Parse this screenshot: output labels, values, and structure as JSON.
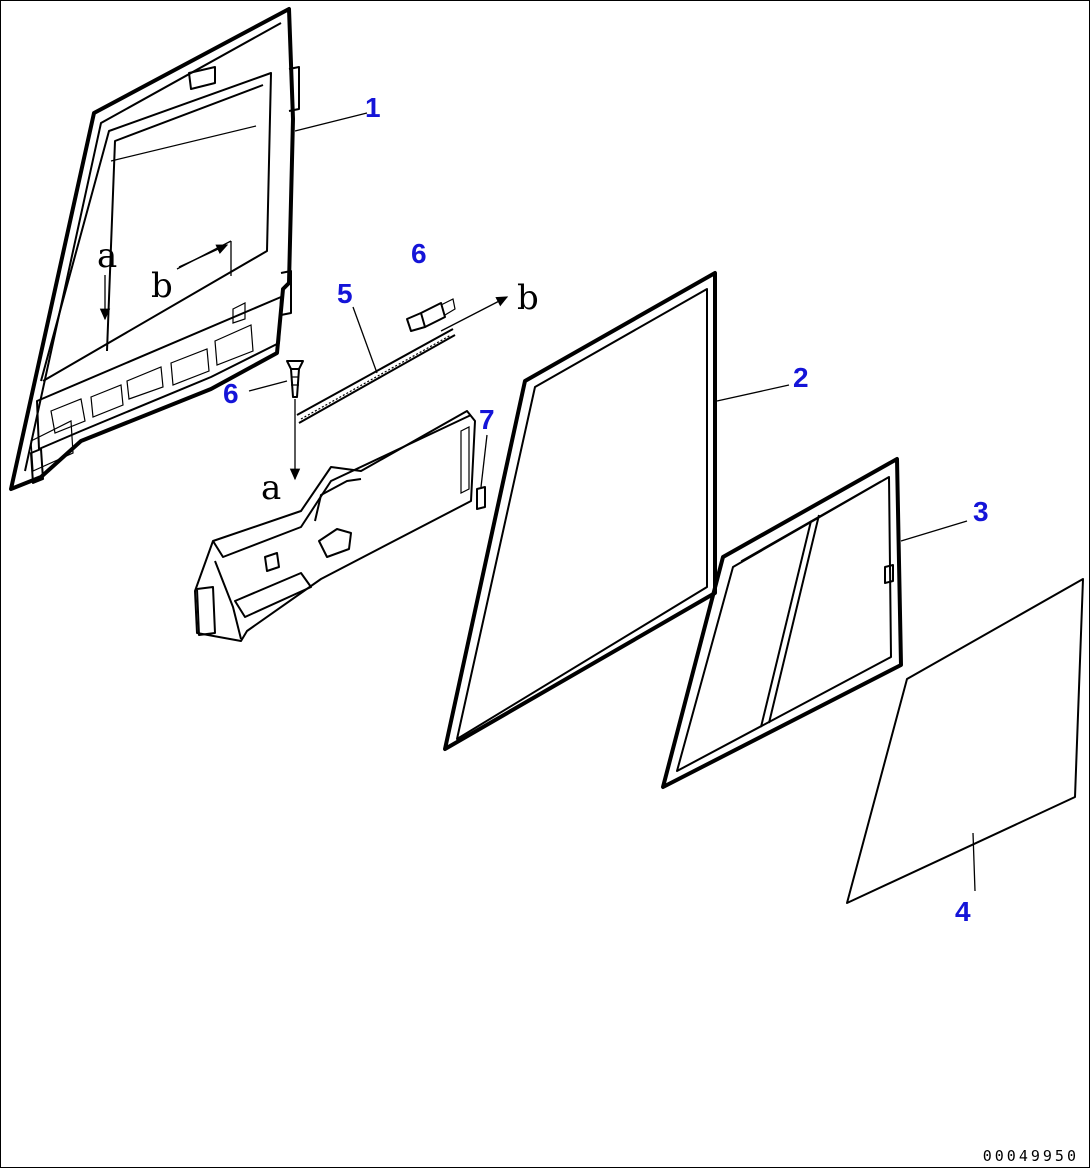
{
  "callouts": {
    "c1": "1",
    "c2": "2",
    "c3": "3",
    "c4": "4",
    "c5": "5",
    "c6a": "6",
    "c6b": "6",
    "c7": "7"
  },
  "view_marks": {
    "a_top": "a",
    "b_top": "b",
    "b_right": "b",
    "a_bottom": "a"
  },
  "drawing_id": "00049950",
  "colors": {
    "callout": "#1414d8",
    "line": "#000000",
    "background": "#ffffff"
  }
}
